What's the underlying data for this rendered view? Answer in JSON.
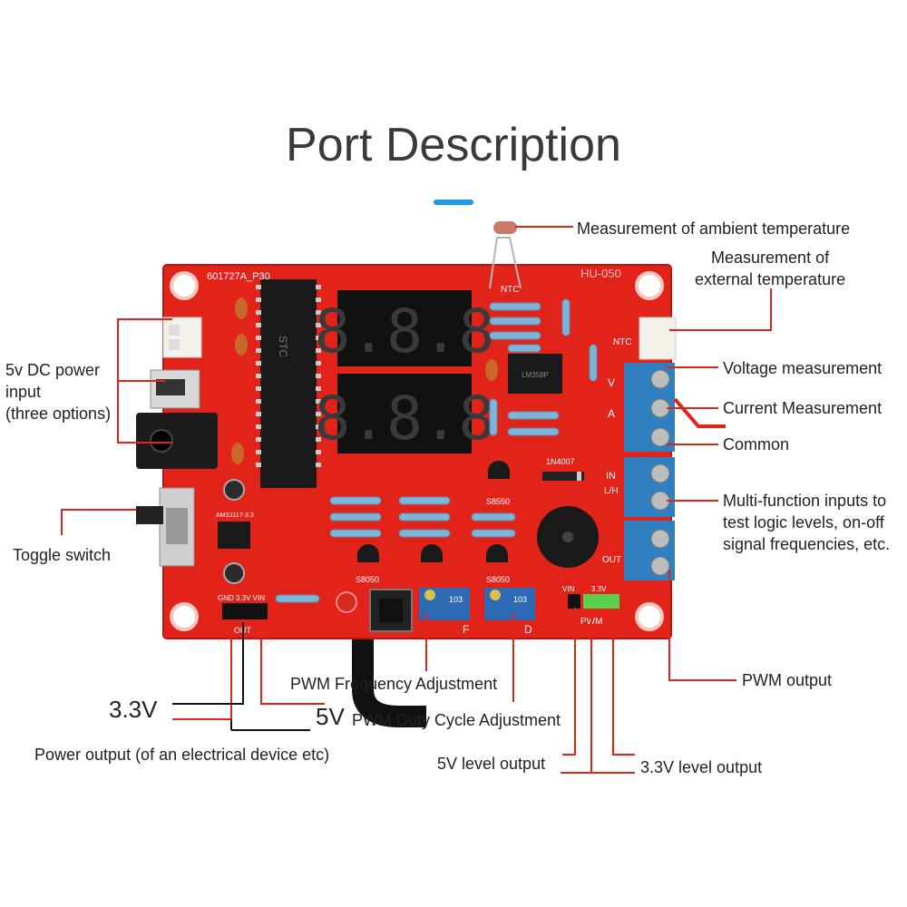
{
  "title": "Port Description",
  "colors": {
    "accent": "#1e9be8",
    "pcb": "#e2231a",
    "leader": "#e2231a",
    "terminal": "#2f7fc1"
  },
  "labels": {
    "ambient_temp": "Measurement of ambient temperature",
    "external_temp": "Measurement of\nexternal temperature",
    "dc_power": "5v DC power\n input\n(three options)",
    "voltage": "Voltage measurement",
    "current": "Current Measurement",
    "common": "Common",
    "multifunction": "Multi-function inputs to\ntest logic levels, on-off\nsignal frequencies, etc.",
    "toggle": "Toggle switch",
    "pwm_freq": "PWM Frequency Adjustment",
    "pwm_duty": "PWM Duty Cycle Adjustment",
    "pwm_output": "PWM output",
    "out_33v": "3.3V",
    "out_5v": "5V",
    "power_output": "Power output (of an electrical device etc)",
    "level_5v": "5V level output",
    "level_33v": "3.3V level output"
  },
  "board": {
    "model": "601727A_P30",
    "board_name": "HU-050",
    "display_digits": [
      "8.8.8",
      "8.8.8"
    ],
    "silk": {
      "ntc_top": "NTC",
      "ntc_side": "NTC",
      "v": "V",
      "a": "A",
      "in": "IN",
      "lh": "L/H",
      "out": "OUT",
      "gnd_33_vin": "GND 3.3V VIN",
      "out_small": "OUT",
      "f": "F",
      "d": "D",
      "vin": "VIN",
      "v33": "3.3V",
      "pwm": "PWM",
      "s8050": "S8050",
      "s8550": "S8550",
      "diode": "1N4007",
      "pot": "103",
      "lm358": "LM358P",
      "stc": "STC",
      "ams": "AMS1117-3.3"
    }
  }
}
